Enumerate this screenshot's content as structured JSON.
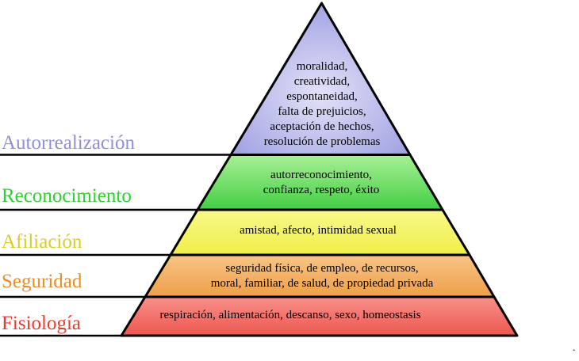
{
  "background_color": "#ffffff",
  "outline_color": "#000000",
  "text_color": "#000000",
  "levels": [
    {
      "id": "autorrealizacion",
      "label": "Autorrealización",
      "label_color": "#8f8fda",
      "items": "moralidad,\ncreatividad,\nespontaneidad,\nfalta de prejuicios,\naceptación de hechos,\nresolución de problemas",
      "fill_top": "#e2e2f8",
      "fill_bottom": "#9090dd"
    },
    {
      "id": "reconocimiento",
      "label": "Reconocimiento",
      "label_color": "#2fd02f",
      "items": "autorreconocimiento,\nconfianza, respeto, éxito",
      "fill_top": "#a8f096",
      "fill_bottom": "#44ce44"
    },
    {
      "id": "afiliacion",
      "label": "Afiliación",
      "label_color": "#d9cd2b",
      "items": "amistad, afecto, intimidad sexual",
      "fill_top": "#f9f98a",
      "fill_bottom": "#efee48"
    },
    {
      "id": "seguridad",
      "label": "Seguridad",
      "label_color": "#ee8c28",
      "items": "seguridad física, de empleo, de recursos,\nmoral, familiar, de salud, de propiedad privada",
      "fill_top": "#f8c585",
      "fill_bottom": "#ef9f4a"
    },
    {
      "id": "fisiologia",
      "label": "Fisiología",
      "label_color": "#e93a2e",
      "items": "respiración, alimentación, descanso, sexo, homeostasis",
      "fill_top": "#f7918a",
      "fill_bottom": "#ee5650"
    }
  ],
  "corner_dot": "."
}
